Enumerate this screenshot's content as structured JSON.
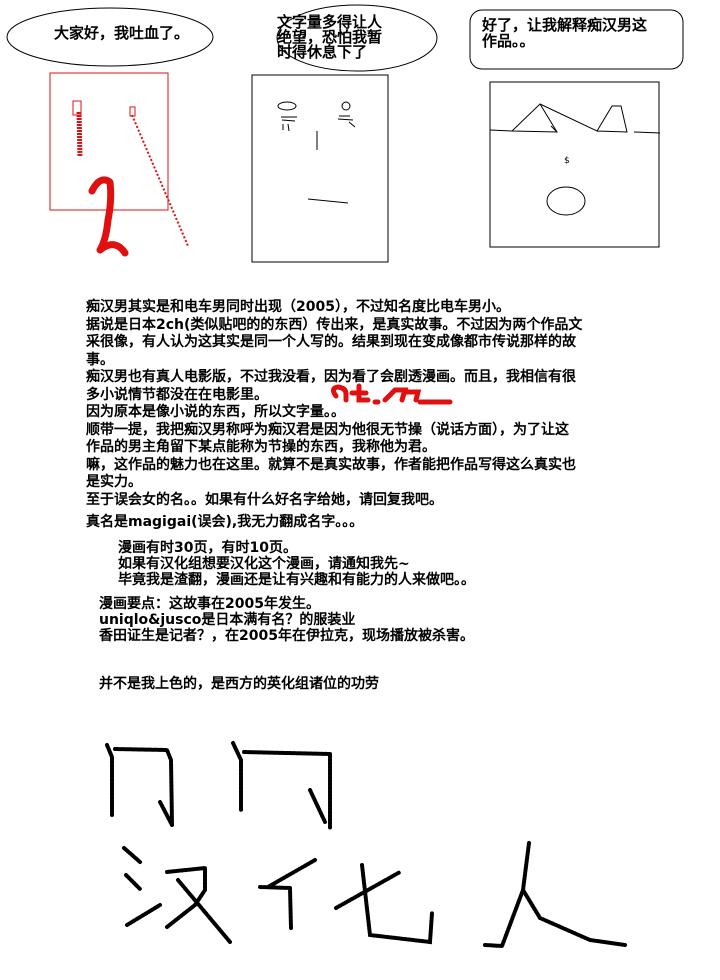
{
  "bubbles": {
    "panel1": "大家好，我吐血了。",
    "panel2": [
      "文字量多得让人",
      "绝望，恐怕我暂",
      "时得休息下了"
    ],
    "panel3": [
      "好了，让我解释痴汉男这",
      "作品。。"
    ]
  },
  "notes_box": {
    "lines": [
      "痴汉男其实是和电车男同时出现（2005），不过知名度比电车男小。",
      "据说是日本2ch(类似贴吧的的东西）传出来，是真实故事。不过因为两个作品文",
      "采很像，有人认为这其实是同一个人写的。结果到现在变成像都市传说那样的故",
      "事。",
      "痴汉男也有真人电影版，不过我没看，因为看了会剧透漫画。而且，我相信有很",
      "多小说情节都没在在电影里。",
      "因为原本是像小说的东西，所以文字量。。",
      "顺带一提，我把痴汉男称呼为痴汉君是因为他很无节操（说话方面），为了让这",
      "作品的男主角留下某点能称为节操的东西，我称他为君。",
      "嘛，这作品的魅力也在这里。就算不是真实故事，作者能把作品写得这么真实也",
      "是实力。",
      "至于误会女的名。。如果有什么好名字给她，请回复我吧。",
      "真名是magigai(误会),我无力翻成名字。。。"
    ]
  },
  "info_box": {
    "intro_lines": [
      "漫画有时30页，有时10页。",
      "如果有汉化组想要汉化这个漫画，请通知我先~",
      "毕竟我是渣翻，漫画还是让有兴趣和有能力的人来做吧。。"
    ],
    "point_lines": [
      "漫画要点：这故事在2005年发生。",
      "uniqlo&jusco是日本满有名？的服装业",
      "香田证生是记者？，在2005年在伊拉克，现场播放被杀害。"
    ],
    "credit": "并不是我上色的，是西方的英化组诸位的功劳"
  },
  "signature": "闪闪 汉化人",
  "colors": {
    "ink": "#000000",
    "red": "#e01010"
  }
}
